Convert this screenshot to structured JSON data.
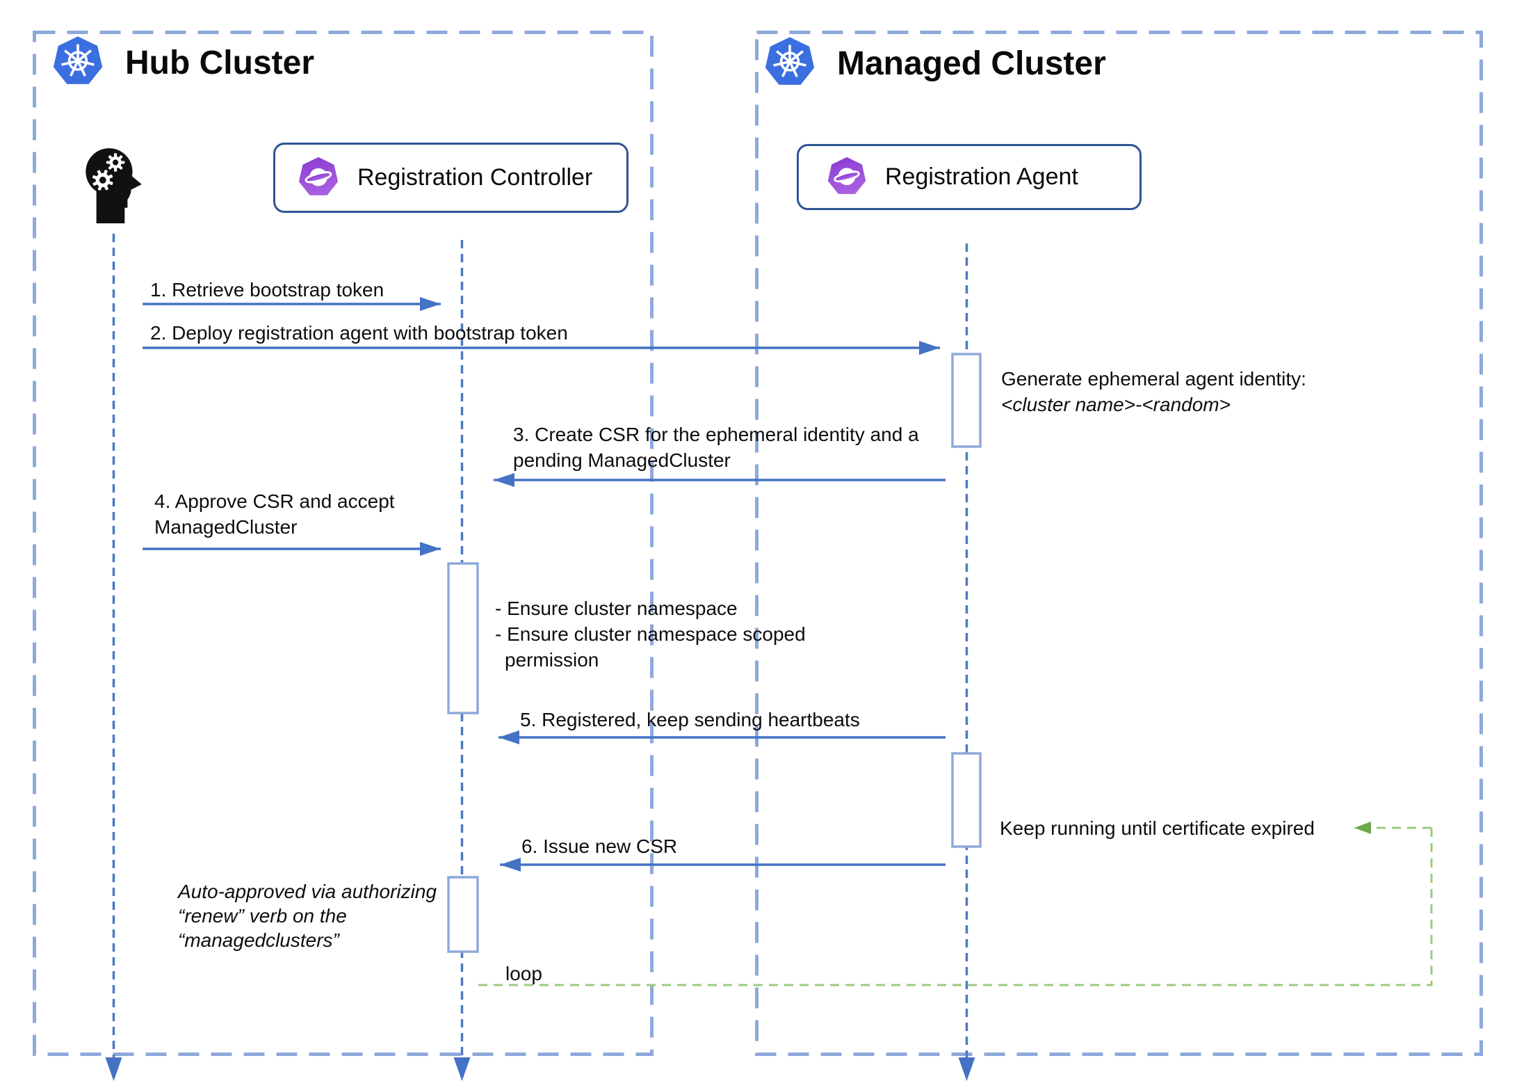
{
  "hub": {
    "title": "Hub Cluster",
    "participant": "Registration Controller"
  },
  "managed": {
    "title": "Managed Cluster",
    "participant": "Registration Agent"
  },
  "messages": [
    {
      "label": [
        "1. Retrieve bootstrap token"
      ]
    },
    {
      "label": [
        "2. Deploy registration agent with bootstrap token"
      ]
    },
    {
      "label": [
        "3. Create CSR for the ephemeral identity and a",
        "pending ManagedCluster"
      ]
    },
    {
      "label": [
        "4. Approve CSR and accept",
        "ManagedCluster"
      ]
    },
    {
      "label": [
        "5. Registered, keep sending heartbeats"
      ]
    },
    {
      "label": [
        "6. Issue new CSR"
      ]
    }
  ],
  "notes": {
    "agent_identity": [
      "Generate ephemeral agent identity:",
      "<cluster name>-<random>"
    ],
    "ensure": [
      "- Ensure cluster namespace",
      "- Ensure cluster namespace scoped",
      "permission"
    ],
    "keep_running": "Keep running until certificate expired",
    "auto_approved": [
      "Auto-approved via authorizing",
      "“renew” verb on the",
      "“managedclusters”"
    ],
    "loop_label": "loop"
  },
  "icons": {
    "kubernetes": "kubernetes-wheel-icon",
    "ocm": "ocm-swirl-icon",
    "actor": "thinking-head-icon"
  },
  "colors": {
    "arrow_blue": "#4472c4",
    "lifeline_blue": "#4d7ac2",
    "cluster_dash_blue": "#8ea9db",
    "participant_border": "#2e5494",
    "kubernetes_blue": "#3b6fe0",
    "ocm_purple_dark": "#8a3ad1",
    "ocm_purple_light": "#a95fe0",
    "loop_green": "#9bca81",
    "loop_arrow_green": "#6aaa4a",
    "actor_black": "#111111"
  }
}
